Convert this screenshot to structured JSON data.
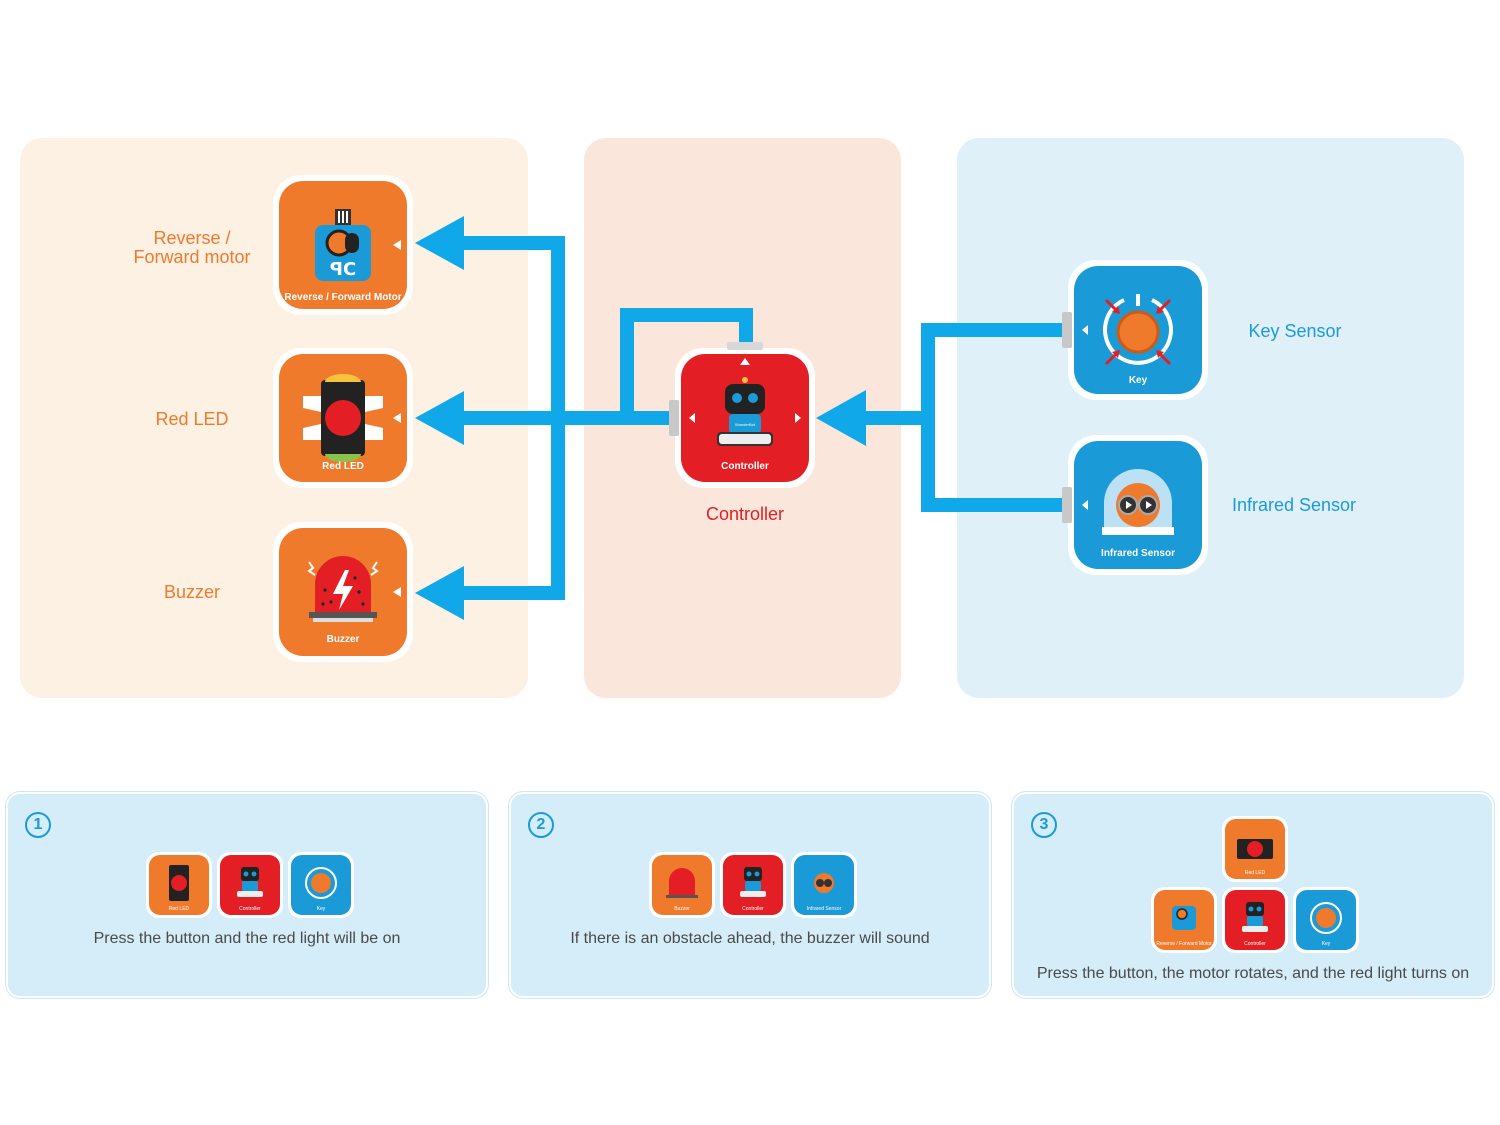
{
  "colors": {
    "orange": "#f07a2c",
    "red": "#e31e24",
    "blue": "#1a9bd7",
    "arrow_blue": "#11a8ea",
    "panel_peach": "#fdf1e4",
    "panel_pink": "#fbe6dc",
    "panel_blue": "#dff0f9",
    "card_blue": "#d5ecf9"
  },
  "outputs": {
    "motor_label": "Reverse /\nForward motor",
    "motor_module": "Reverse / Forward Motor",
    "led_label": "Red LED",
    "led_module": "Red LED",
    "buzzer_label": "Buzzer",
    "buzzer_module": "Buzzer"
  },
  "controller": {
    "label": "Controller",
    "module": "Controller",
    "brand": "WonderBot"
  },
  "inputs": {
    "key_label": "Key Sensor",
    "key_module": "Key",
    "ir_label": "Infrared Sensor",
    "ir_module": "Infrared Sensor"
  },
  "examples": [
    {
      "number": "1",
      "caption": "Press the button and the red light will be on",
      "modules": [
        "Red LED",
        "Controller",
        "Key"
      ]
    },
    {
      "number": "2",
      "caption": "If there is an obstacle ahead, the buzzer will sound",
      "modules": [
        "Buzzer",
        "Controller",
        "Infrared Sensor"
      ]
    },
    {
      "number": "3",
      "caption": "Press the button, the motor rotates, and the red light turns on",
      "modules": [
        "Red LED",
        "Reverse / Forward Motor",
        "Controller",
        "Key"
      ]
    }
  ],
  "icons": [
    "motor-icon",
    "led-icon",
    "buzzer-icon",
    "robot-icon",
    "key-button-icon",
    "infrared-eyes-icon",
    "arrow-icon"
  ]
}
